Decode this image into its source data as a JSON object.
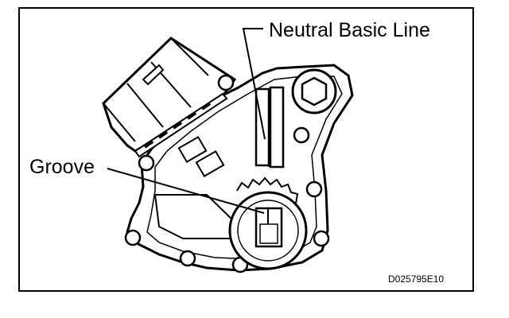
{
  "labels": {
    "neutral_basic_line": "Neutral Basic Line",
    "groove": "Groove",
    "figure_code": "D025795E10"
  }
}
